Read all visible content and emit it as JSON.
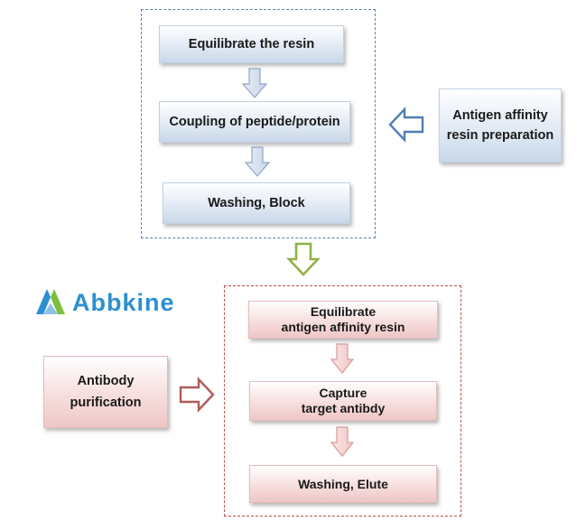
{
  "prep_section": {
    "steps": [
      "Equilibrate the resin",
      "Coupling of peptide/protein",
      "Washing, Block"
    ],
    "side_label": "Antigen affinity\nresin preparation"
  },
  "purification_section": {
    "steps": [
      "Equilibrate\nantigen affinity resin",
      "Capture\ntarget antibdy",
      "Washing, Elute"
    ],
    "side_label": "Antibody\npurification"
  },
  "logo": {
    "text": "Abbkine"
  },
  "colors": {
    "blue_border": "#5a82b3",
    "red_border": "#c0504d",
    "green_arrow": "#8fb348",
    "logo_blue": "#2d8fd0",
    "logo_green": "#7cbf3a"
  }
}
